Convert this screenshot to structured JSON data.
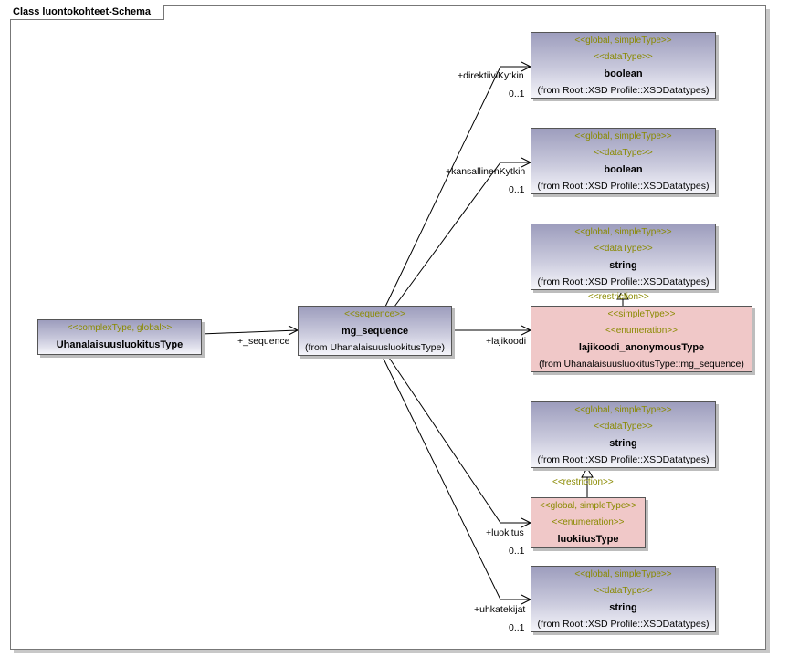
{
  "diagram": {
    "title": "Class luontokohteet-Schema"
  },
  "classes": {
    "uhanalaisuus": {
      "stereotype": "<<complexType, global>>",
      "name": "UhanalaisuusluokitusType"
    },
    "mg_sequence": {
      "stereotype": "<<sequence>>",
      "name": "mg_sequence",
      "from": "(from UhanalaisuusluokitusType)"
    },
    "boolean1": {
      "stereotype1": "<<global, simpleType>>",
      "stereotype2": "<<dataType>>",
      "name": "boolean",
      "from": "(from Root::XSD Profile::XSDDatatypes)"
    },
    "boolean2": {
      "stereotype1": "<<global, simpleType>>",
      "stereotype2": "<<dataType>>",
      "name": "boolean",
      "from": "(from Root::XSD Profile::XSDDatatypes)"
    },
    "string1": {
      "stereotype1": "<<global, simpleType>>",
      "stereotype2": "<<dataType>>",
      "name": "string",
      "from": "(from Root::XSD Profile::XSDDatatypes)"
    },
    "lajikoodi": {
      "stereotype1": "<<simpleType>>",
      "stereotype2": "<<enumeration>>",
      "name": "lajikoodi_anonymousType",
      "from": "(from UhanalaisuusluokitusType::mg_sequence)"
    },
    "string2": {
      "stereotype1": "<<global, simpleType>>",
      "stereotype2": "<<dataType>>",
      "name": "string",
      "from": "(from Root::XSD Profile::XSDDatatypes)"
    },
    "luokitus": {
      "stereotype1": "<<global, simpleType>>",
      "stereotype2": "<<enumeration>>",
      "name": "luokitusType"
    },
    "string3": {
      "stereotype1": "<<global, simpleType>>",
      "stereotype2": "<<dataType>>",
      "name": "string",
      "from": "(from Root::XSD Profile::XSDDatatypes)"
    }
  },
  "roles": {
    "sequence": "+_sequence",
    "direktiivi": "+direktiiviKytkin",
    "direktiivi_mult": "0..1",
    "kansallinen": "+kansallinenKytkin",
    "kansallinen_mult": "0..1",
    "lajikoodi": "+lajikoodi",
    "luokitus": "+luokitus",
    "luokitus_mult": "0..1",
    "uhkatekijat": "+uhkatekijat",
    "uhkatekijat_mult": "0..1"
  },
  "restrictions": {
    "r1": "<<restriction>>",
    "r2": "<<restriction>>"
  }
}
